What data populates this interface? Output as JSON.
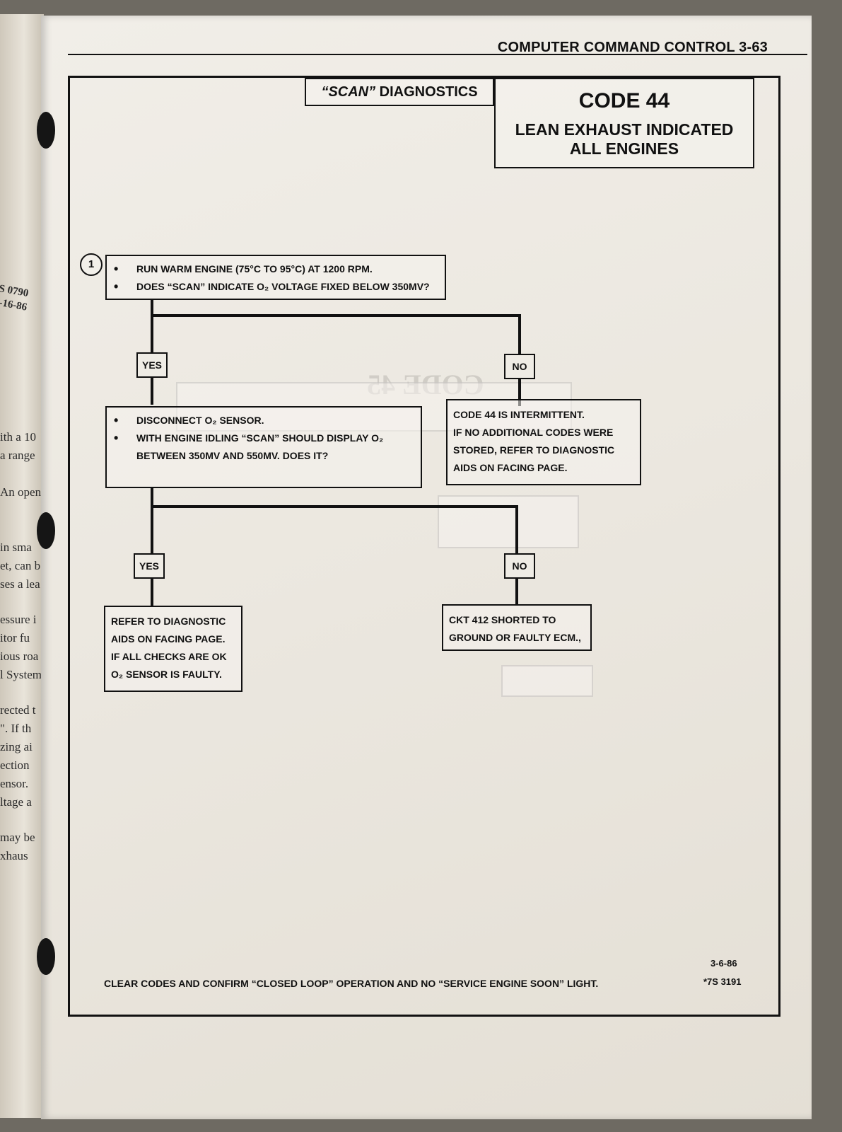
{
  "header": {
    "title": "COMPUTER COMMAND CONTROL 3-63"
  },
  "scan_tag": {
    "quote_word": "“SCAN”",
    "rest": " DIAGNOSTICS"
  },
  "code_box": {
    "code": "CODE 44",
    "line1": "LEAN EXHAUST INDICATED",
    "line2": "ALL ENGINES"
  },
  "step1": {
    "number": "1",
    "bullets": [
      "RUN WARM ENGINE (75°C TO 95°C) AT 1200 RPM.",
      "DOES “SCAN” INDICATE O₂ VOLTAGE FIXED BELOW 350MV?"
    ]
  },
  "labels": {
    "yes": "YES",
    "no": "NO"
  },
  "step2": {
    "bullets": [
      "DISCONNECT O₂ SENSOR.",
      "WITH ENGINE IDLING “SCAN” SHOULD DISPLAY O₂ BETWEEN 350MV AND 550MV. DOES IT?"
    ]
  },
  "intermittent": {
    "lines": [
      "CODE 44 IS INTERMITTENT.",
      "IF NO ADDITIONAL CODES WERE",
      "STORED, REFER TO DIAGNOSTIC",
      "AIDS ON FACING PAGE."
    ]
  },
  "faulty_sensor": {
    "lines": [
      "REFER TO DIAGNOSTIC",
      "AIDS ON FACING PAGE.",
      "IF ALL CHECKS ARE OK",
      "O₂ SENSOR IS FAULTY."
    ]
  },
  "shorted": {
    "lines": [
      "CKT 412 SHORTED TO",
      "GROUND OR FAULTY ECM.,"
    ]
  },
  "footer": {
    "instruction": "CLEAR CODES AND CONFIRM “CLOSED LOOP” OPERATION AND NO “SERVICE ENGINE SOON” LIGHT.",
    "date": "3-6-86",
    "ref": "*7S 3191"
  },
  "left_page_fragments": [
    "S 0790",
    "-16-86",
    "ith a 10",
    "a range",
    "An open",
    "in sma",
    "et, can b",
    "ses a lea",
    "essure i",
    "itor fu",
    "ious roa",
    "l System",
    "rected t",
    "\". If th",
    "zing ai",
    "ection",
    "ensor.",
    "ltage a",
    "may be",
    "xhaus"
  ]
}
